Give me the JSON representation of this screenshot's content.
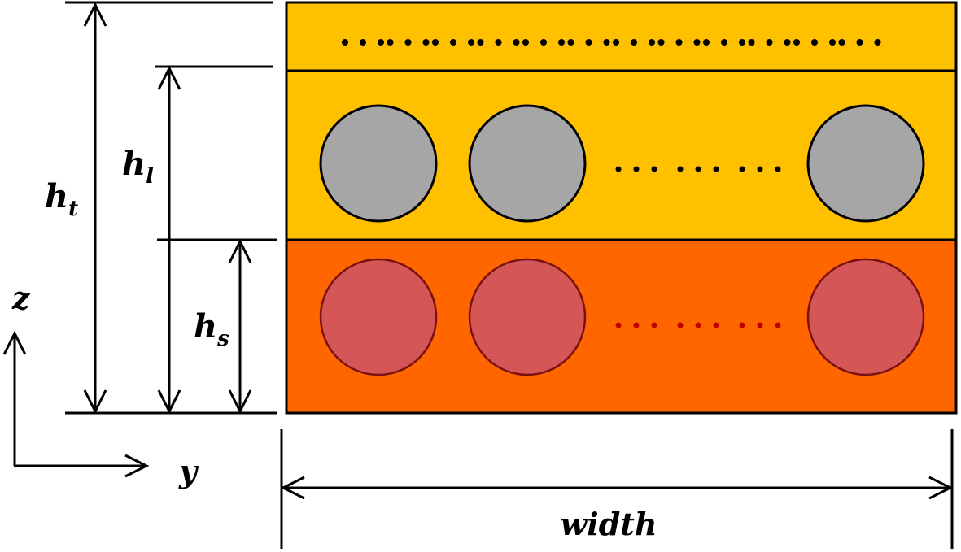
{
  "labels": {
    "h_t": {
      "main": "h",
      "sub": "t"
    },
    "h_l": {
      "main": "h",
      "sub": "l"
    },
    "h_s": {
      "main": "h",
      "sub": "s"
    },
    "z_axis": "z",
    "y_axis": "y",
    "width": "width"
  },
  "colors": {
    "top_layer": "#FFC000",
    "middle_layer": "#FFC000",
    "bottom_layer": "#FF6600",
    "gray_circle": "#A6A6A6",
    "red_circle": "#D55656",
    "red_circle_stroke": "#7A1010",
    "red_dots": "#C00000"
  },
  "counts": {
    "top_dot_groups": 12,
    "circles_per_row_drawn": 3
  }
}
